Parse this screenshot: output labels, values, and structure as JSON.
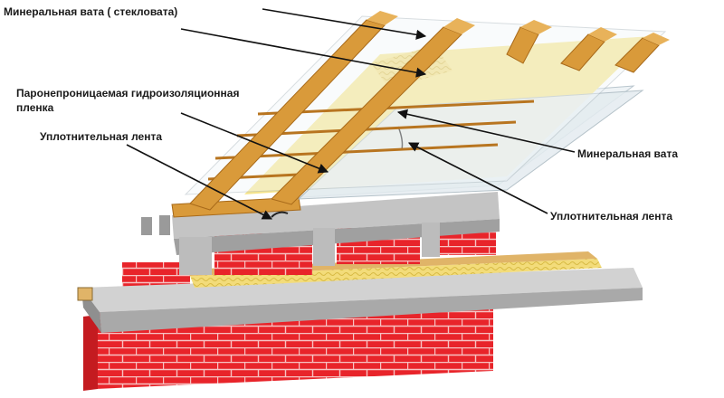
{
  "labels": {
    "mineral_wool_glass": "Минеральная вата ( стекловата)",
    "vapor_film_line1": "Паронепроницаемая гидроизоляционная",
    "vapor_film_line2": "пленка",
    "sealing_tape_left": "Уплотнительная лента",
    "mineral_wool_right": "Минеральная вата",
    "sealing_tape_right": "Уплотнительная лента"
  },
  "colors": {
    "brick": "#e8242a",
    "brick_mortar": "#f4b6b6",
    "concrete": "#c9c9c9",
    "concrete_dark": "#9e9e9e",
    "timber": "#d99a3a",
    "timber_dark": "#b87520",
    "insulation": "#f6e58c",
    "film": "#e6eef2",
    "osb": "#e0b468",
    "arrow": "#111111"
  }
}
